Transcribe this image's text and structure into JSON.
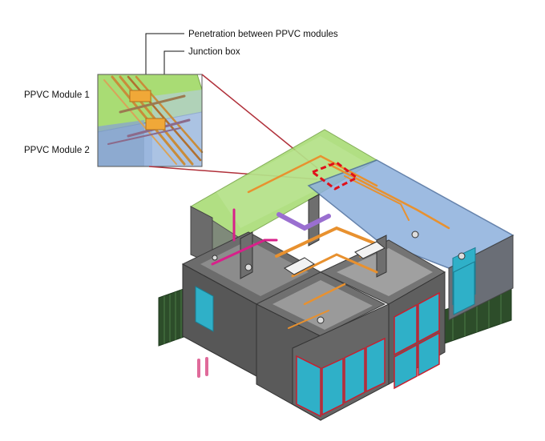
{
  "labels": {
    "penetration": "Penetration between PPVC modules",
    "junction": "Junction box",
    "module1": "PPVC Module 1",
    "module2": "PPVC Module 2"
  },
  "colors": {
    "module1_fill": "#9fd86a",
    "module2_fill": "#7fa8d8",
    "highlight": "#e0101a",
    "leader": "#b0303a",
    "pipe_orange": "#e8912f",
    "pipe_pink": "#d8208a",
    "pipe_purple": "#9a6fd0",
    "wall": "#5a5a5a",
    "glass": "#2fb0c8"
  }
}
